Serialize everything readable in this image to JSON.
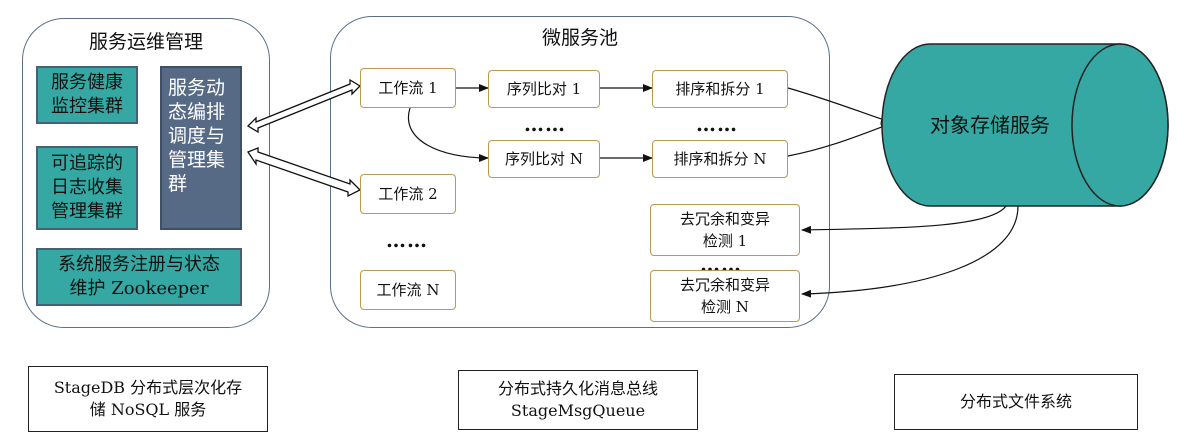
{
  "ops": {
    "title": "服务运维管理",
    "health": "服务健康\n监控集群",
    "log": "可追踪的\n日志收集\n管理集群",
    "sched": "服务动态编排调度与管理集群",
    "registry": "系统服务注册与状态\n维护 Zookeeper"
  },
  "pool": {
    "title": "微服务池",
    "workflows": [
      "工作流 1",
      "工作流 2",
      "工作流 N"
    ],
    "align": [
      "序列比对 1",
      "序列比对 N"
    ],
    "sort": [
      "排序和拆分 1",
      "排序和拆分 N"
    ],
    "dedup": [
      "去冗余和变异\n检测 1",
      "去冗余和变异\n检测 N"
    ],
    "dots": "……"
  },
  "storage": {
    "label": "对象存储服务"
  },
  "bottom": {
    "stagedb": "StageDB 分布式层次化存\n储 NoSQL 服务",
    "msgqueue": "分布式持久化消息总线\nStageMsgQueue",
    "fs": "分布式文件系统"
  },
  "colors": {
    "teal": "#35a8a3",
    "slate": "#566a86",
    "gold_border": "#b89a52",
    "panel_border": "#5b6f88"
  }
}
